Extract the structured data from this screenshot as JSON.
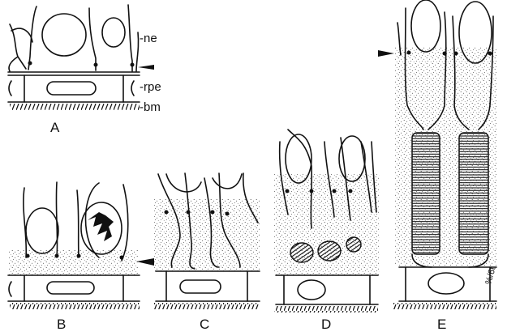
{
  "panels": {
    "A": {
      "label": "A",
      "annotations": [
        "-ne",
        "-rpe",
        "-bm"
      ]
    },
    "B": {
      "label": "B"
    },
    "C": {
      "label": "C"
    },
    "D": {
      "label": "D"
    },
    "E": {
      "label": "E"
    }
  },
  "signature": "%/6t"
}
